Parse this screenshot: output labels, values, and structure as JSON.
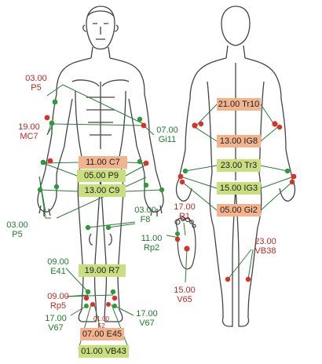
{
  "colors": {
    "red_point": "#d8312a",
    "green_point": "#2f9a3b",
    "orange_box": "#f2b48f",
    "green_box": "#c9de7e",
    "line": "#2b7a3a",
    "body_line": "#444444"
  },
  "labels": {
    "p5_top": {
      "time": "03.00",
      "code": "P5"
    },
    "mc7": {
      "time": "19.00",
      "code": "MC7"
    },
    "gi11": {
      "time": "07.00",
      "code": "Gi11"
    },
    "p5_low": {
      "time": "03.00",
      "code": "P5"
    },
    "f8": {
      "time": "03.00",
      "code": "F8"
    },
    "e41": {
      "time": "09.00",
      "code": "E41"
    },
    "rp5": {
      "time": "09.00",
      "code": "Rp5"
    },
    "v67_left": {
      "time": "17.00",
      "code": "V67"
    },
    "v67_right": {
      "time": "17.00",
      "code": "V67"
    },
    "f2": {
      "time": "01.00",
      "code": "F2"
    },
    "rp2": {
      "time": "11.00",
      "code": "Rp2"
    },
    "r1": {
      "time": "17.00",
      "code": "R1"
    },
    "v65": {
      "time": "15.00",
      "code": "V65"
    },
    "vb38": {
      "time": "23.00",
      "code": "VB38"
    }
  },
  "boxes": {
    "c7": "11.00 C7",
    "p9": "05.00 P9",
    "c9": "13.00 C9",
    "r7": "19.00 R7",
    "e45": "07.00 E45",
    "vb43": "01.00 VB43",
    "tr10": "21.00 Tr10",
    "ig8": "13.00 IG8",
    "tr3": "23.00 Tr3",
    "ig3": "15.00 IG3",
    "gi2": "05.00 Gi2"
  }
}
